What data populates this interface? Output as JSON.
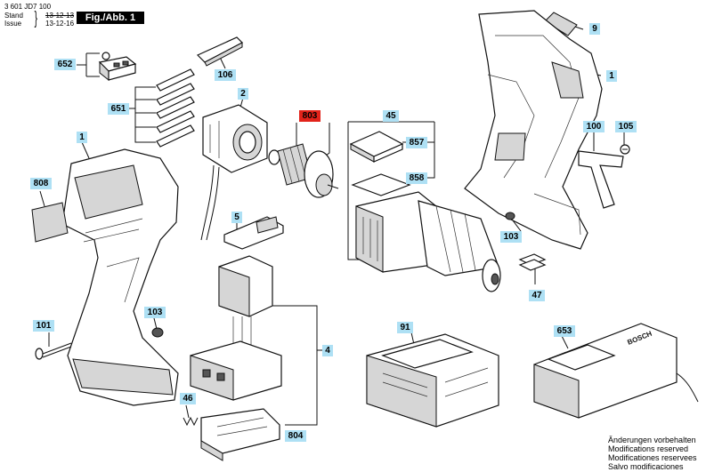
{
  "header": {
    "doc_number": "3 601 JD7 100",
    "stand_label": "Stand",
    "stand_value": "13-12-13",
    "issue_label": "Issue",
    "issue_value": "13-12-16",
    "figure_label": "Fig./Abb. 1"
  },
  "parts": {
    "p1_handle": "1",
    "p1_housing": "1",
    "p2": "2",
    "p4": "4",
    "p5": "5",
    "p9": "9",
    "p45": "45",
    "p46": "46",
    "p47": "47",
    "p91": "91",
    "p100": "100",
    "p101": "101",
    "p103_left": "103",
    "p103_right": "103",
    "p105": "105",
    "p106": "106",
    "p651": "651",
    "p652": "652",
    "p653": "653",
    "p803": "803",
    "p804": "804",
    "p808": "808",
    "p857": "857",
    "p858": "858"
  },
  "colors": {
    "label_fill": "#aee0f4",
    "highlight_label_fill": "#e2231a"
  },
  "charger_brand": "BOSCH",
  "notice": {
    "line1": "Änderungen vorbehalten",
    "line2": "Modifications reserved",
    "line3": "Modificationes reservees",
    "line4": "Salvo modificaciones"
  }
}
